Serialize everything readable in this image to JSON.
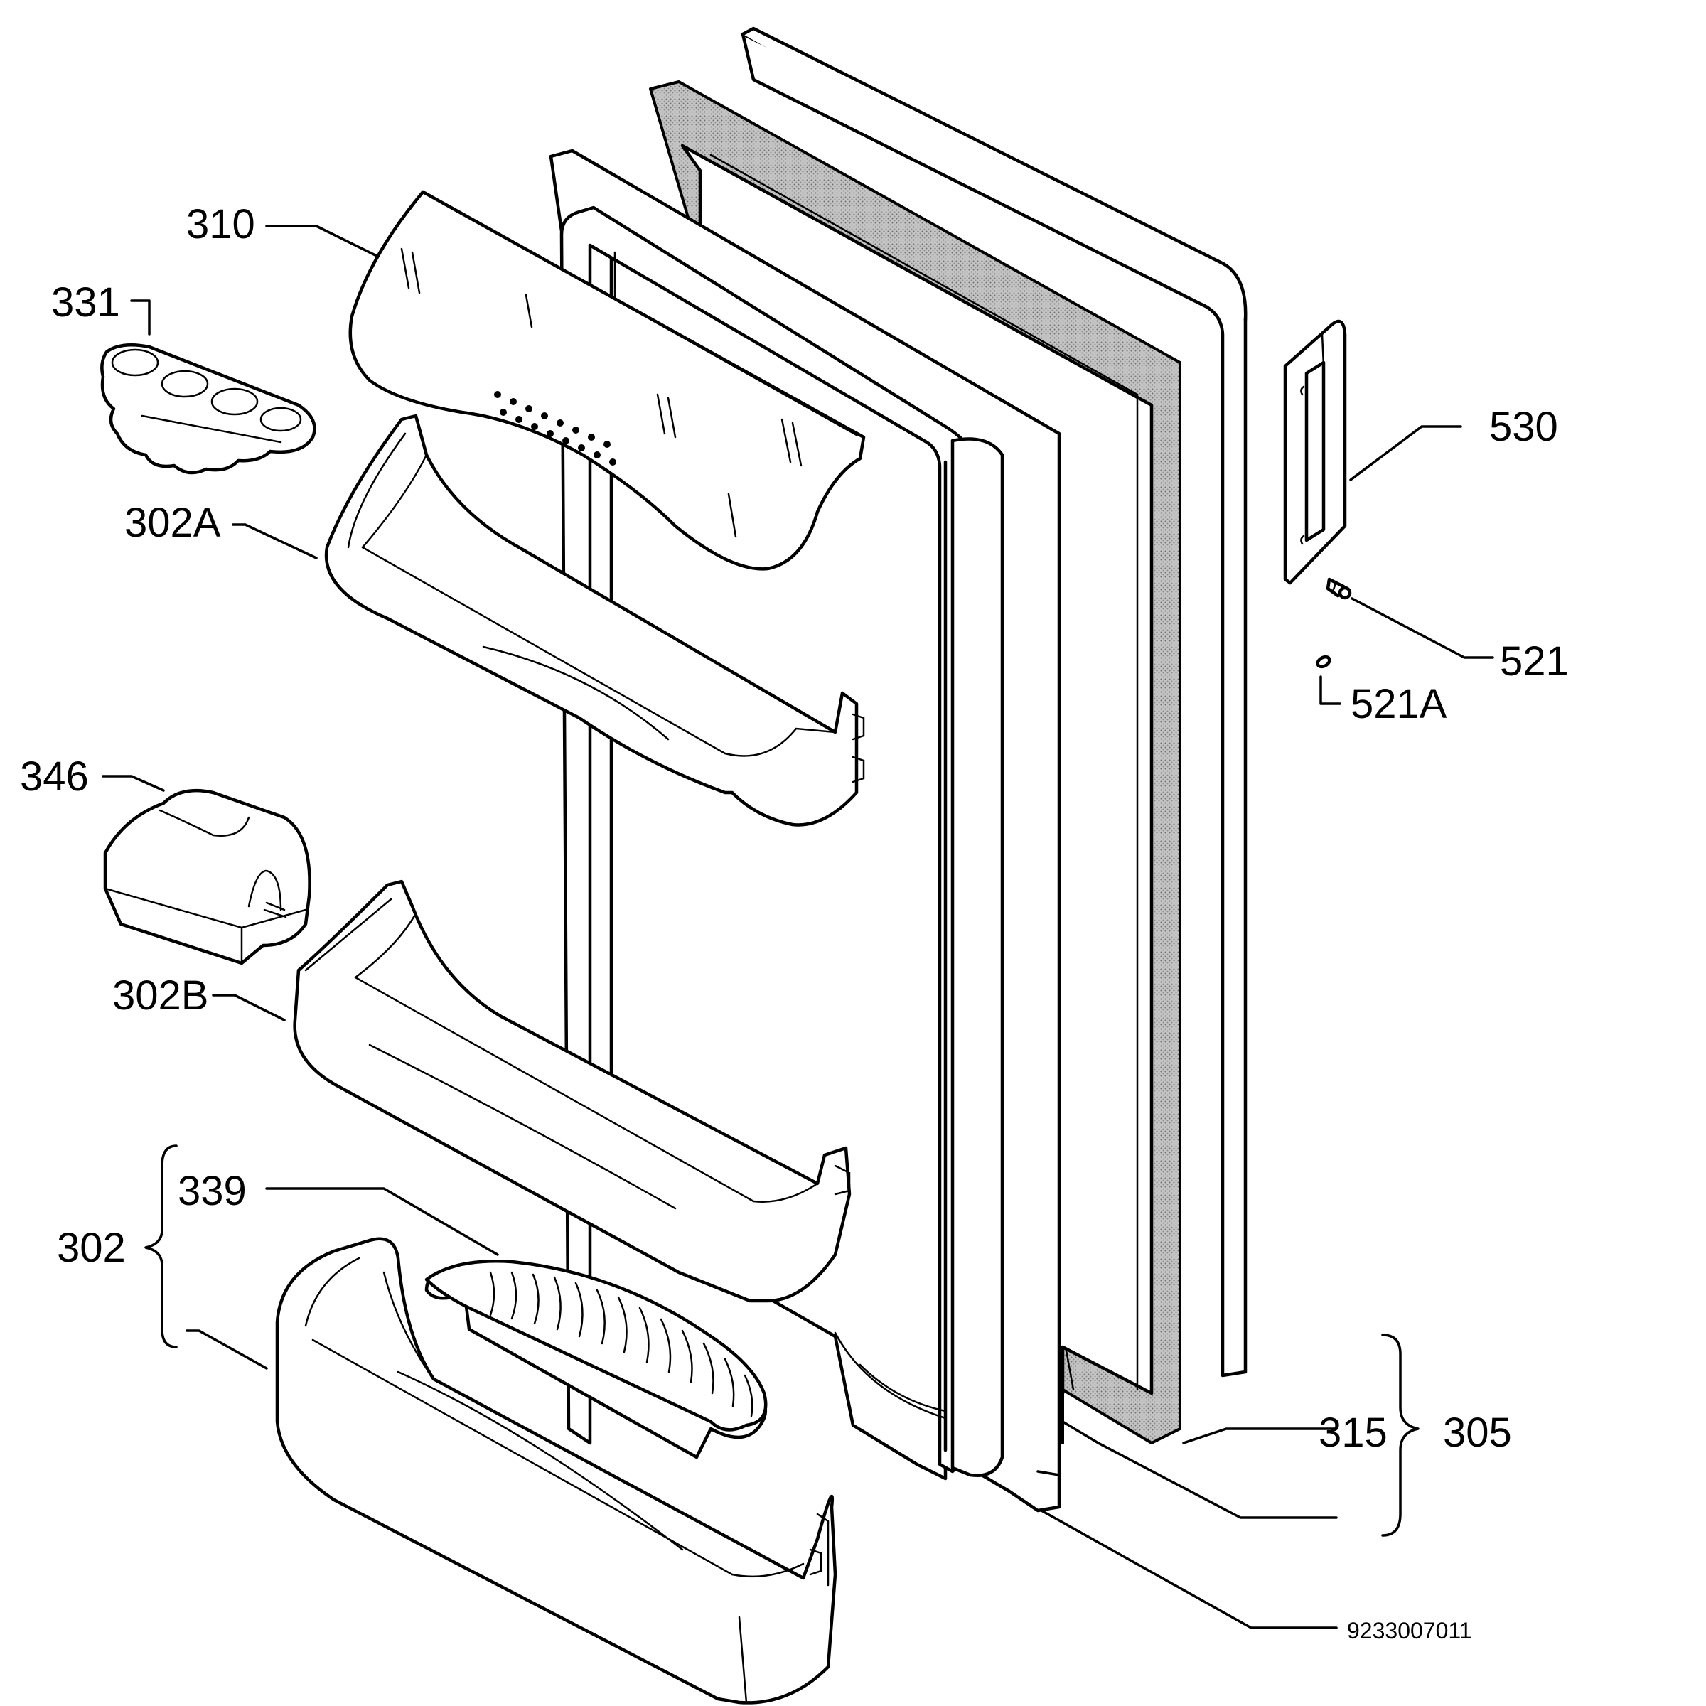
{
  "diagram": {
    "doc_number": "9233007011",
    "colors": {
      "line": "#000000",
      "background": "#ffffff",
      "gasket": "#b3b3b3"
    },
    "labels": {
      "p310": "310",
      "p331": "331",
      "p302A": "302A",
      "p346": "346",
      "p302B": "302B",
      "p302": "302",
      "p339": "339",
      "p530": "530",
      "p521": "521",
      "p521A": "521A",
      "p315": "315",
      "p305": "305"
    }
  }
}
